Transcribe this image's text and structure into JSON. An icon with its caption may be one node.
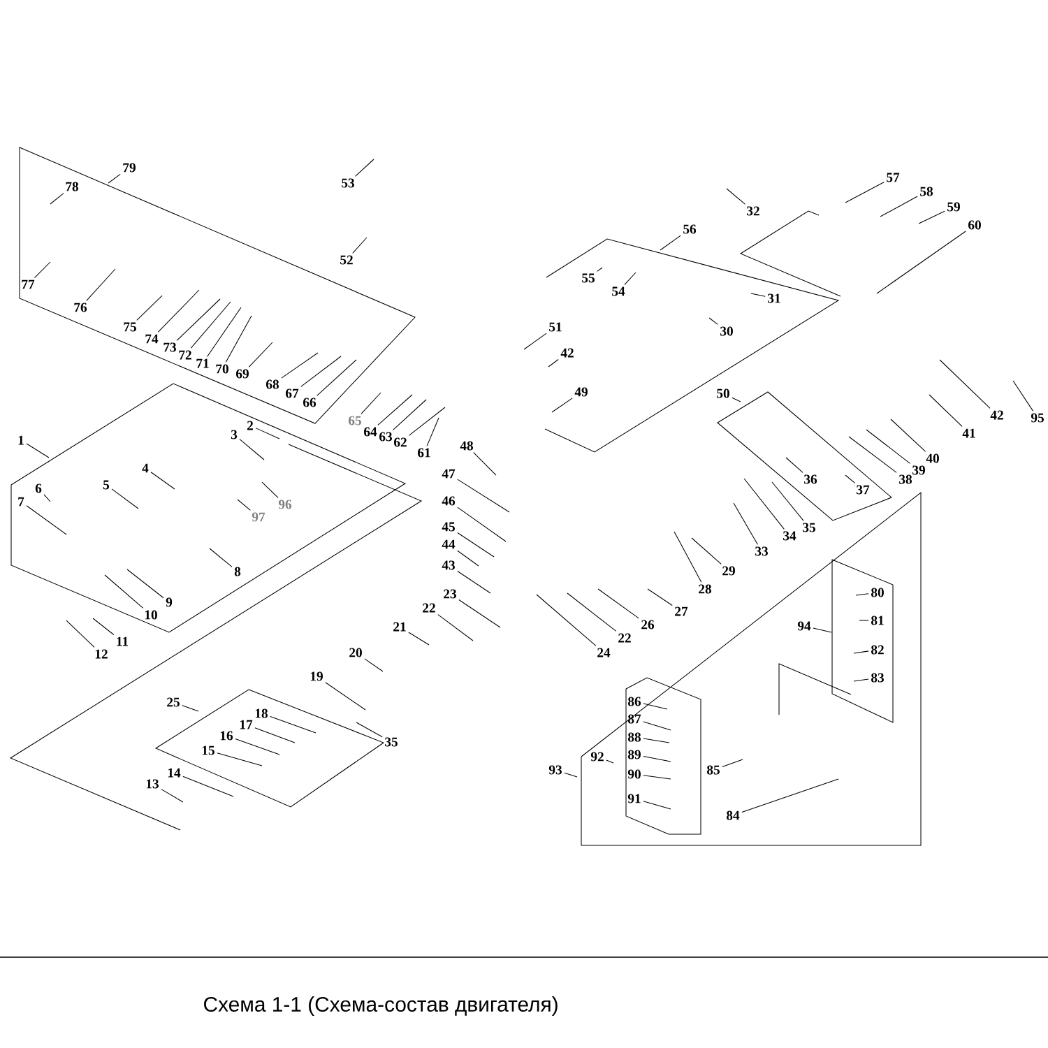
{
  "diagram": {
    "caption": "Схема 1-1 (Схема-состав двигателя)",
    "nodes": [
      {
        "text": [
          "79"
        ]
      },
      {
        "text": [
          "78"
        ]
      },
      {
        "text": [
          "53"
        ]
      },
      {
        "text": [
          "32"
        ]
      },
      {
        "text": [
          "57"
        ]
      },
      {
        "text": [
          "58"
        ]
      },
      {
        "text": [
          "59"
        ]
      },
      {
        "text": [
          "56"
        ]
      },
      {
        "text": [
          "60"
        ]
      },
      {
        "text": [
          "52"
        ]
      },
      {
        "text": [
          "55"
        ]
      },
      {
        "text": [
          "77"
        ]
      },
      {
        "text": [
          "54"
        ]
      },
      {
        "text": [
          "31"
        ]
      },
      {
        "text": [
          "76"
        ]
      },
      {
        "text": [
          "75"
        ]
      },
      {
        "text": [
          "30"
        ]
      },
      {
        "text": [
          "74"
        ]
      },
      {
        "text": [
          "73"
        ]
      },
      {
        "text": [
          "51"
        ]
      },
      {
        "text": [
          "72"
        ]
      },
      {
        "text": [
          "42"
        ]
      },
      {
        "text": [
          "71"
        ]
      },
      {
        "text": [
          "70"
        ]
      },
      {
        "text": [
          "69"
        ]
      },
      {
        "text": [
          "68"
        ]
      },
      {
        "text": [
          "49"
        ]
      },
      {
        "text": [
          "50"
        ]
      },
      {
        "text": [
          "67"
        ]
      },
      {
        "text": [
          "66"
        ]
      },
      {
        "text": [
          "42"
        ]
      },
      {
        "text": [
          "95"
        ]
      },
      {
        "text": [
          "65"
        ]
      },
      {
        "text": [
          "2"
        ]
      },
      {
        "text": [
          "64"
        ]
      },
      {
        "text": [
          "41"
        ]
      },
      {
        "text": [
          "3"
        ]
      },
      {
        "text": [
          "63"
        ]
      },
      {
        "text": [
          "1"
        ]
      },
      {
        "text": [
          "62"
        ]
      },
      {
        "text": [
          "61"
        ]
      },
      {
        "text": [
          "40"
        ]
      },
      {
        "text": [
          "39"
        ]
      },
      {
        "text": [
          "48"
        ]
      },
      {
        "text": [
          "4"
        ]
      },
      {
        "text": [
          "47"
        ]
      },
      {
        "text": [
          "36"
        ]
      },
      {
        "text": [
          "38"
        ]
      },
      {
        "text": [
          "5"
        ]
      },
      {
        "text": [
          "6"
        ]
      },
      {
        "text": [
          "37"
        ]
      },
      {
        "text": [
          "46"
        ]
      },
      {
        "text": [
          "7"
        ]
      },
      {
        "text": [
          "96"
        ]
      },
      {
        "text": [
          "97"
        ]
      },
      {
        "text": [
          "45"
        ]
      },
      {
        "text": [
          "35"
        ]
      },
      {
        "text": [
          "34"
        ]
      },
      {
        "text": [
          "44"
        ]
      },
      {
        "text": [
          "33"
        ]
      },
      {
        "text": [
          "43"
        ]
      },
      {
        "text": [
          "29"
        ]
      },
      {
        "text": [
          "8"
        ]
      },
      {
        "text": [
          "28"
        ]
      },
      {
        "text": [
          "80"
        ]
      },
      {
        "text": [
          "23"
        ]
      },
      {
        "text": [
          "9"
        ]
      },
      {
        "text": [
          "22"
        ]
      },
      {
        "text": [
          "27"
        ]
      },
      {
        "text": [
          "10"
        ]
      },
      {
        "text": [
          "81"
        ]
      },
      {
        "text": [
          "26"
        ]
      },
      {
        "text": [
          "94"
        ]
      },
      {
        "text": [
          "21"
        ]
      },
      {
        "text": [
          "22"
        ]
      },
      {
        "text": [
          "11"
        ]
      },
      {
        "text": [
          "82"
        ]
      },
      {
        "text": [
          "24"
        ]
      },
      {
        "text": [
          "20"
        ]
      },
      {
        "text": [
          "12"
        ]
      },
      {
        "text": [
          "19"
        ]
      },
      {
        "text": [
          "83"
        ]
      },
      {
        "text": [
          "86"
        ]
      },
      {
        "text": [
          "25"
        ]
      },
      {
        "text": [
          "18"
        ]
      },
      {
        "text": [
          "87"
        ]
      },
      {
        "text": [
          "17"
        ]
      },
      {
        "text": [
          "16"
        ]
      },
      {
        "text": [
          "88"
        ]
      },
      {
        "text": [
          "35"
        ]
      },
      {
        "text": [
          "15"
        ]
      },
      {
        "text": [
          "89"
        ]
      },
      {
        "text": [
          "92"
        ]
      },
      {
        "text": [
          "93"
        ]
      },
      {
        "text": [
          "85"
        ]
      },
      {
        "text": [
          "14"
        ]
      },
      {
        "text": [
          "90"
        ]
      },
      {
        "text": [
          "13"
        ]
      },
      {
        "text": [
          "91"
        ]
      },
      {
        "text": [
          "84"
        ]
      }
    ],
    "edges": [
      {
        "from": 0,
        "to": null,
        "arrow": "none"
      },
      {
        "from": 1,
        "to": null,
        "arrow": "none"
      },
      {
        "from": 2,
        "to": null,
        "arrow": "none"
      },
      {
        "from": 3,
        "to": null,
        "arrow": "none"
      },
      {
        "from": 4,
        "to": null,
        "arrow": "none"
      },
      {
        "from": 5,
        "to": null,
        "arrow": "none"
      },
      {
        "from": 6,
        "to": null,
        "arrow": "none"
      },
      {
        "from": 7,
        "to": null,
        "arrow": "none"
      },
      {
        "from": 8,
        "to": null,
        "arrow": "none"
      },
      {
        "from": 9,
        "to": null,
        "arrow": "none"
      },
      {
        "from": 10,
        "to": null,
        "arrow": "none"
      },
      {
        "from": 11,
        "to": null,
        "arrow": "none"
      },
      {
        "from": 12,
        "to": null,
        "arrow": "none"
      },
      {
        "from": 13,
        "to": null,
        "arrow": "none"
      },
      {
        "from": 14,
        "to": null,
        "arrow": "none"
      },
      {
        "from": 15,
        "to": null,
        "arrow": "none"
      },
      {
        "from": 16,
        "to": null,
        "arrow": "none"
      },
      {
        "from": 17,
        "to": null,
        "arrow": "none"
      },
      {
        "from": 18,
        "to": null,
        "arrow": "none"
      },
      {
        "from": 19,
        "to": null,
        "arrow": "none"
      },
      {
        "from": 20,
        "to": null,
        "arrow": "none"
      },
      {
        "from": 21,
        "to": null,
        "arrow": "none"
      },
      {
        "from": 22,
        "to": null,
        "arrow": "none"
      },
      {
        "from": 23,
        "to": null,
        "arrow": "none"
      },
      {
        "from": 24,
        "to": null,
        "arrow": "none"
      },
      {
        "from": 25,
        "to": null,
        "arrow": "none"
      },
      {
        "from": 26,
        "to": null,
        "arrow": "none"
      },
      {
        "from": 27,
        "to": null,
        "arrow": "none"
      },
      {
        "from": 28,
        "to": null,
        "arrow": "none"
      },
      {
        "from": 29,
        "to": null,
        "arrow": "none"
      },
      {
        "from": 30,
        "to": null,
        "arrow": "none"
      },
      {
        "from": 31,
        "to": null,
        "arrow": "none"
      },
      {
        "from": 32,
        "to": null,
        "arrow": "none"
      },
      {
        "from": 33,
        "to": null,
        "arrow": "none"
      },
      {
        "from": 34,
        "to": null,
        "arrow": "none"
      },
      {
        "from": 35,
        "to": null,
        "arrow": "none"
      },
      {
        "from": 36,
        "to": null,
        "arrow": "none"
      },
      {
        "from": 37,
        "to": null,
        "arrow": "none"
      },
      {
        "from": 38,
        "to": null,
        "arrow": "none"
      },
      {
        "from": 39,
        "to": null,
        "arrow": "none"
      },
      {
        "from": 40,
        "to": null,
        "arrow": "none"
      },
      {
        "from": 41,
        "to": null,
        "arrow": "none"
      },
      {
        "from": 42,
        "to": null,
        "arrow": "none"
      },
      {
        "from": 43,
        "to": null,
        "arrow": "none"
      },
      {
        "from": 44,
        "to": null,
        "arrow": "none"
      },
      {
        "from": 45,
        "to": null,
        "arrow": "none"
      },
      {
        "from": 46,
        "to": null,
        "arrow": "none"
      },
      {
        "from": 47,
        "to": null,
        "arrow": "none"
      },
      {
        "from": 48,
        "to": null,
        "arrow": "none"
      },
      {
        "from": 49,
        "to": null,
        "arrow": "none"
      },
      {
        "from": 50,
        "to": null,
        "arrow": "none"
      },
      {
        "from": 51,
        "to": null,
        "arrow": "none"
      },
      {
        "from": 52,
        "to": null,
        "arrow": "none"
      },
      {
        "from": 53,
        "to": null,
        "arrow": "none"
      },
      {
        "from": 54,
        "to": null,
        "arrow": "none"
      },
      {
        "from": 55,
        "to": null,
        "arrow": "none"
      },
      {
        "from": 56,
        "to": null,
        "arrow": "none"
      },
      {
        "from": 57,
        "to": null,
        "arrow": "none"
      },
      {
        "from": 58,
        "to": null,
        "arrow": "none"
      },
      {
        "from": 59,
        "to": null,
        "arrow": "none"
      },
      {
        "from": 60,
        "to": null,
        "arrow": "none"
      },
      {
        "from": 61,
        "to": null,
        "arrow": "none"
      },
      {
        "from": 62,
        "to": null,
        "arrow": "none"
      },
      {
        "from": 63,
        "to": null,
        "arrow": "none"
      },
      {
        "from": 64,
        "to": null,
        "arrow": "none"
      },
      {
        "from": 65,
        "to": null,
        "arrow": "none"
      },
      {
        "from": 66,
        "to": null,
        "arrow": "none"
      },
      {
        "from": 67,
        "to": null,
        "arrow": "none"
      },
      {
        "from": 68,
        "to": null,
        "arrow": "none"
      },
      {
        "from": 69,
        "to": null,
        "arrow": "none"
      },
      {
        "from": 70,
        "to": null,
        "arrow": "none"
      },
      {
        "from": 71,
        "to": null,
        "arrow": "none"
      },
      {
        "from": 72,
        "to": null,
        "arrow": "none"
      },
      {
        "from": 73,
        "to": null,
        "arrow": "none"
      },
      {
        "from": 74,
        "to": null,
        "arrow": "none"
      },
      {
        "from": 75,
        "to": null,
        "arrow": "none"
      },
      {
        "from": 76,
        "to": null,
        "arrow": "none"
      },
      {
        "from": 77,
        "to": null,
        "arrow": "none"
      },
      {
        "from": 78,
        "to": null,
        "arrow": "none"
      },
      {
        "from": 79,
        "to": null,
        "arrow": "none"
      },
      {
        "from": 80,
        "to": null,
        "arrow": "none"
      },
      {
        "from": 81,
        "to": null,
        "arrow": "none"
      },
      {
        "from": 82,
        "to": null,
        "arrow": "none"
      },
      {
        "from": 83,
        "to": null,
        "arrow": "none"
      },
      {
        "from": 84,
        "to": null,
        "arrow": "none"
      },
      {
        "from": 85,
        "to": null,
        "arrow": "none"
      },
      {
        "from": 86,
        "to": null,
        "arrow": "none"
      },
      {
        "from": 87,
        "to": null,
        "arrow": "none"
      },
      {
        "from": 88,
        "to": null,
        "arrow": "none"
      },
      {
        "from": 89,
        "to": null,
        "arrow": "none"
      },
      {
        "from": 90,
        "to": null,
        "arrow": "none"
      },
      {
        "from": 91,
        "to": null,
        "arrow": "none"
      },
      {
        "from": 92,
        "to": null,
        "arrow": "none"
      },
      {
        "from": 93,
        "to": null,
        "arrow": "none"
      },
      {
        "from": 94,
        "to": null,
        "arrow": "none"
      },
      {
        "from": 95,
        "to": null,
        "arrow": "none"
      },
      {
        "from": 96,
        "to": null,
        "arrow": "none"
      },
      {
        "from": 97,
        "to": null,
        "arrow": "none"
      },
      {
        "from": 98,
        "to": null,
        "arrow": "none"
      },
      {
        "from": 99,
        "to": null,
        "arrow": "none"
      }
    ]
  }
}
